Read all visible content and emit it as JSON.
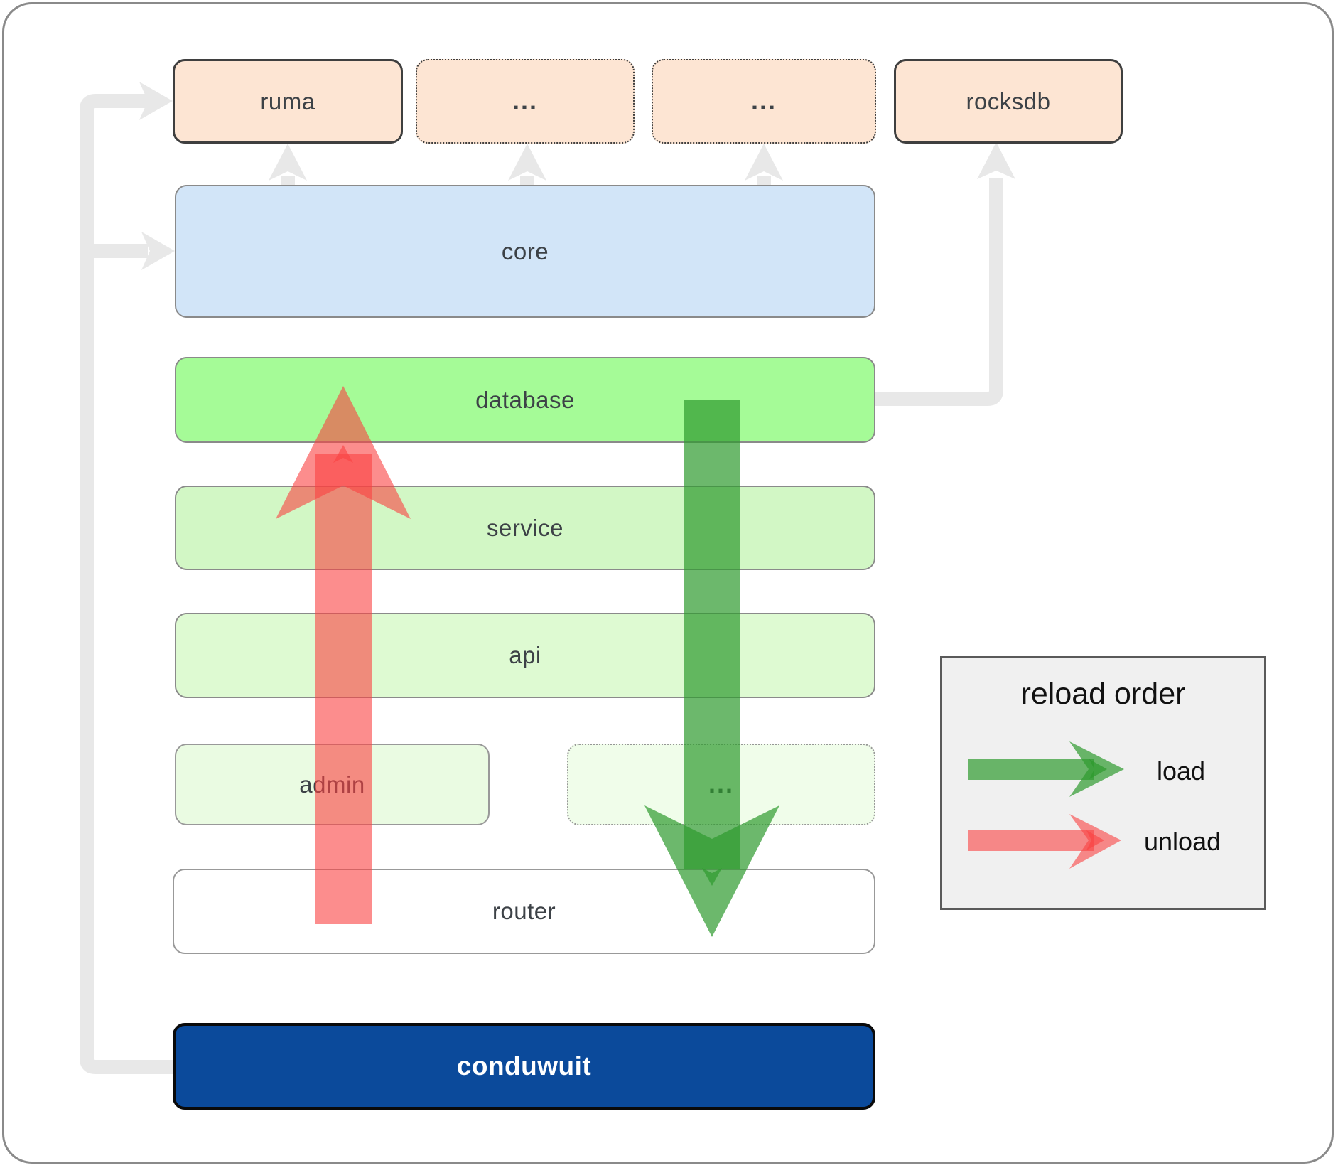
{
  "nodes": {
    "ruma": {
      "label": "ruma"
    },
    "dep2": {
      "label": "..."
    },
    "dep3": {
      "label": "..."
    },
    "rocksdb": {
      "label": "rocksdb"
    },
    "core": {
      "label": "core"
    },
    "database": {
      "label": "database"
    },
    "service": {
      "label": "service"
    },
    "api": {
      "label": "api"
    },
    "admin": {
      "label": "admin"
    },
    "admin_more": {
      "label": "..."
    },
    "router": {
      "label": "router"
    },
    "conduwuit": {
      "label": "conduwuit"
    }
  },
  "legend": {
    "title": "reload order",
    "entries": [
      {
        "label": "load",
        "arrow_color": "#2e9a2e"
      },
      {
        "label": "unload",
        "arrow_color": "#fa4141"
      }
    ]
  },
  "colors": {
    "peach_fill": "#fde5d3",
    "dark_border": "#3f3f3f",
    "box_border": "#8a8a8a",
    "core_fill": "#d2e5f8",
    "database_fill": "#a5fb97",
    "service_fill": "#d2f7c5",
    "api_fill": "#defad2",
    "admin_fill": "#eafbe2",
    "admin_more_fill": "#f0fdea",
    "router_fill": "#ffffff",
    "conduwuit_fill": "#0b4a9b",
    "legend_bg": "#f0f0f0",
    "connector": "#e8e8e8",
    "load_arrow": "#2e9a2e",
    "unload_arrow": "#fa4141",
    "label_text": "#3d4247"
  }
}
